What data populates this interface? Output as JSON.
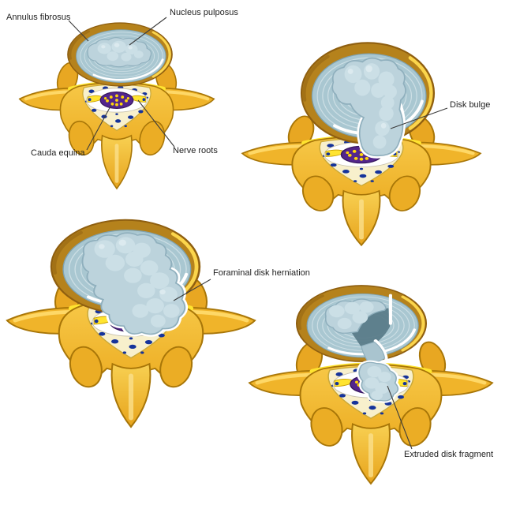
{
  "diagram": {
    "subject": "Lumbar vertebra cross-sections showing stages of intervertebral disk herniation",
    "background": "#ffffff",
    "panels": [
      {
        "id": "normal-disk",
        "position": "top-left"
      },
      {
        "id": "disk-bulge",
        "position": "top-right"
      },
      {
        "id": "foraminal-disk-herniation",
        "position": "bottom-left"
      },
      {
        "id": "extruded-disk-fragment",
        "position": "bottom-right"
      }
    ],
    "labels": {
      "annulus_fibrosus": "Annulus fibrosus",
      "nucleus_pulposus": "Nucleus pulposus",
      "cauda_equina": "Cauda equina",
      "nerve_roots": "Nerve roots",
      "disk_bulge": "Disk bulge",
      "foraminal_disk_herniation": "Foraminal disk herniation",
      "extruded_disk_fragment": "Extruded disk fragment"
    },
    "colors": {
      "bone_gold": "#F2B93A",
      "bone_light": "#FBDD7A",
      "bone_outline": "#A87608",
      "ligament_yellow": "#FFE430",
      "disk_rim_brown": "#B5821C",
      "disk_rim_sheen": "#FFD94F",
      "disk_blue": "#A9C7D1",
      "nucleus_blue": "#BCD3DC",
      "canal_cream": "#F8F0CC",
      "nerve_dot_blue": "#15339B",
      "cauda_purple": "#53268C",
      "cauda_dot_yellow": "#FFD60A",
      "label_text": "#1E1E1E",
      "leader_line": "#3C3C3C"
    }
  }
}
